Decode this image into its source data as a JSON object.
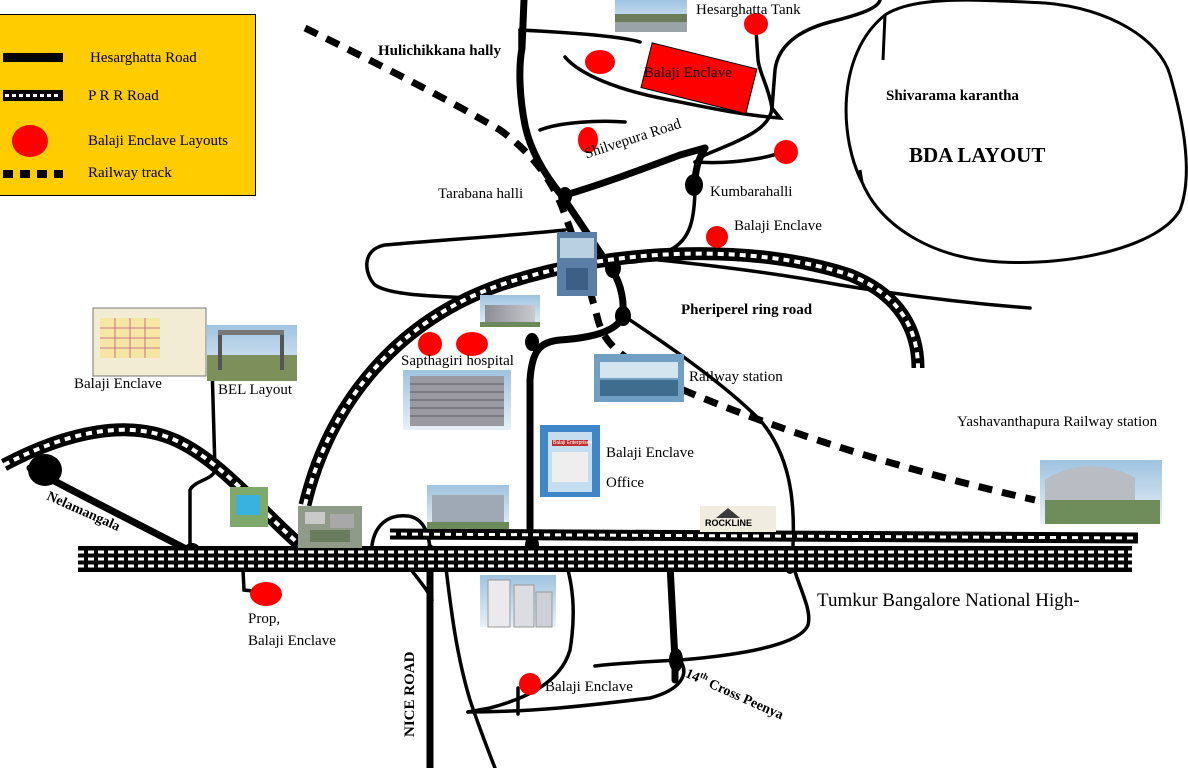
{
  "legend": {
    "hesarghatta_road": "Hesarghatta Road",
    "prr_road": "P R R Road",
    "layouts": "Balaji Enclave Layouts",
    "railway": "Railway track"
  },
  "places": {
    "hesarghatta_tank": "Hesarghatta Tank",
    "hulichikkana": "Hulichikkana hally",
    "balaji_top": "Balaji Enclave",
    "shivarama": "Shivarama karantha",
    "bda": "BDA LAYOUT",
    "shilvepura": "Shilvepura Road",
    "tarabana": "Tarabana halli",
    "kumbarahalli": "Kumbarahalli",
    "balaji_mid": "Balaji Enclave",
    "peripheral": "Pheriperel ring road",
    "sapthagiri": "Sapthagiri hospital",
    "railway_station": "Railway station",
    "yashavanthapura": "Yashavanthapura Railway station",
    "balaji_left": "Balaji Enclave",
    "bel": "BEL Layout",
    "office_line1": "Balaji Enclave",
    "office_line2": "Office",
    "nelamangala": "Nelamangala",
    "tumkur": "Tumkur  Bangalore National High-",
    "prop_line1": "Prop,",
    "prop_line2": "Balaji Enclave",
    "nice_road": "NICE ROAD",
    "balaji_bottom": "Balaji Enclave",
    "peenya": "Cross Peenya",
    "peenya_num": "14",
    "peenya_sup": "th",
    "rockline": "ROCKLINE",
    "balaji_ent": "Balaji Enterprises"
  },
  "colors": {
    "legend_bg": "#ffcc00",
    "marker": "#ff0000",
    "road": "#000000"
  }
}
